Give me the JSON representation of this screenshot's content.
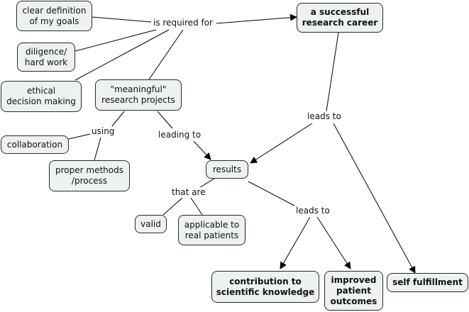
{
  "concept_map": {
    "nodes": {
      "goals": "clear definition\nof my goals",
      "career": "a successful\nresearch career",
      "diligence": "diligence/\nhard work",
      "ethical": "ethical\ndecision making",
      "meaningful": "\"meaningful\"\nresearch projects",
      "collaboration": "collaboration",
      "methods": "proper methods\n/process",
      "results": "results",
      "valid": "valid",
      "applicable": "applicable to\nreal patients",
      "contribution": "contribution to\nscientific knowledge",
      "improved": "improved\npatient\noutcomes",
      "fulfillment": "self fulfillment"
    },
    "links": {
      "required": "is required for",
      "leads_career": "leads to",
      "using": "using",
      "leading": "leading to",
      "that_are": "that are",
      "leads_results": "leads to"
    }
  }
}
